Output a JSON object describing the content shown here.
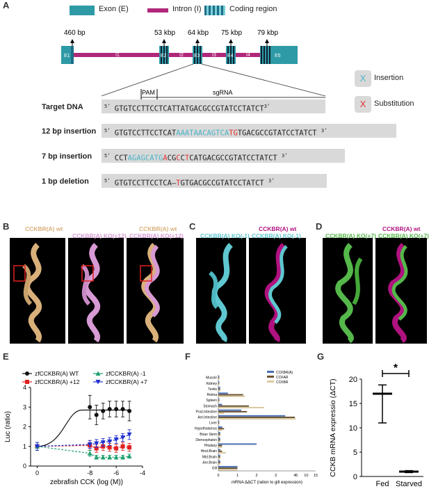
{
  "panelA": {
    "label": "A",
    "legend": [
      {
        "label": "Exon (E)",
        "color": "#2e9aa6"
      },
      {
        "label": "Intron (I)",
        "color": "#b0287a"
      },
      {
        "label": "Coding region",
        "color": "#1f6d88"
      }
    ],
    "exons": [
      "E1",
      "E2",
      "E3",
      "E4",
      "E5"
    ],
    "introns": [
      "I1",
      "I2",
      "I3",
      "I4"
    ],
    "positions": [
      "460 bp",
      "53 kbp",
      "64 kbp",
      "75 kbp",
      "79 kbp"
    ],
    "pam": "PAM",
    "sgrna": "sgRNA",
    "rows": [
      {
        "label": "Target DNA",
        "seq": "GTGTCCTTCCTCATTATGACGCCGTATCCTATCT"
      },
      {
        "label": "12 bp insertion",
        "seq_a": "GTGTCCTTCCTCAT",
        "seq_ins": "AAATAACAGTCA",
        "seq_sub": "TG",
        "seq_b": "TGACGCCGTATCCTATCT"
      },
      {
        "label": "7 bp insertion",
        "seq_a": "CCT",
        "seq_ins": "AGAGCATG",
        "seq_sub1": "A",
        "seq_mid": "CG",
        "seq_sub2": "C",
        "seq_mid2": "C",
        "seq_sub3": "T",
        "seq_b": "CATGACGCCGTATCCTATCT"
      },
      {
        "label": "1 bp deletion",
        "seq_a": "GTGTCCTTCCTCA",
        "seq_del": "–",
        "seq_sub": "T",
        "seq_b": "GTGACGCCGTATCCTATCT"
      }
    ],
    "prime5": "5’",
    "prime3": "3’",
    "mark_insertion": "X",
    "mark_insertion_label": "Insertion",
    "mark_substitution": "X",
    "mark_substitution_label": "Substitution"
  },
  "panelB": {
    "label": "B",
    "titles": [
      {
        "text": "CCKBR(A) wt",
        "color": "#d9b07a"
      },
      {
        "text": "CCKBR(A) KO(+12)",
        "color": "#d79ad4"
      },
      {
        "text": "CCKBR(A) wt",
        "color": "#d9b07a"
      },
      {
        "text": "CCKBR(A) KO(+12)",
        "color": "#d79ad4"
      }
    ]
  },
  "panelC": {
    "label": "C",
    "titles": [
      {
        "text": "CCKBR(A) KO(-1)",
        "color": "#5fc7cf"
      },
      {
        "text": "CCKBR(A) wt",
        "color": "#b0127f"
      },
      {
        "text": "CCKBR(A) KO(-1)",
        "color": "#5fc7cf"
      }
    ]
  },
  "panelD": {
    "label": "D",
    "titles": [
      {
        "text": "CCKBR(A) KO(+7)",
        "color": "#55b84a"
      },
      {
        "text": "CCKBR(A) wt",
        "color": "#b0127f"
      },
      {
        "text": "CCKBR(A) KO(+7)",
        "color": "#55b84a"
      }
    ]
  },
  "panelE": {
    "label": "E",
    "chart_data": {
      "type": "line",
      "xlabel": "zebrafish CCK (log (M))",
      "ylabel": "Luc (ratio)",
      "xlim": [
        -12.5,
        -4
      ],
      "ylim": [
        0,
        4
      ],
      "xticks": [
        "0",
        "-8",
        "-6",
        "-4"
      ],
      "yticks": [
        "0",
        "1",
        "2",
        "3",
        "4"
      ],
      "series": [
        {
          "name": "zfCCKBR(A) WT",
          "color": "#111111",
          "marker": "circle",
          "x": [
            -12,
            -8,
            -7.5,
            -7,
            -6.5,
            -6,
            -5.5,
            -5
          ],
          "y": [
            1.0,
            3.0,
            2.6,
            2.8,
            2.9,
            2.9,
            2.9,
            2.8
          ],
          "err": [
            0.2,
            0.6,
            0.5,
            0.4,
            0.4,
            0.4,
            0.4,
            0.5
          ]
        },
        {
          "name": "zfCCKBR(A) +12",
          "color": "#e02020",
          "marker": "square",
          "x": [
            -12,
            -8,
            -7.5,
            -7,
            -6.5,
            -6,
            -5.5,
            -5
          ],
          "y": [
            1.0,
            1.05,
            0.9,
            1.0,
            0.95,
            0.9,
            1.0,
            0.95
          ],
          "err": [
            0.2,
            0.25,
            0.2,
            0.2,
            0.2,
            0.2,
            0.2,
            0.2
          ]
        },
        {
          "name": "zfCCKBR(A) -1",
          "color": "#20a070",
          "marker": "triangle-up",
          "x": [
            -12,
            -8,
            -7.5,
            -7,
            -6.5,
            -6,
            -5.5,
            -5
          ],
          "y": [
            1.0,
            0.65,
            0.45,
            0.45,
            0.45,
            0.45,
            0.45,
            0.5
          ],
          "err": [
            0.2,
            0.15,
            0.1,
            0.1,
            0.1,
            0.1,
            0.1,
            0.1
          ]
        },
        {
          "name": "zfCCKBR(A) +7",
          "color": "#2030d0",
          "marker": "triangle-down",
          "x": [
            -12,
            -8,
            -7.5,
            -7,
            -6.5,
            -6,
            -5.5,
            -5
          ],
          "y": [
            1.0,
            1.1,
            1.15,
            1.2,
            1.25,
            1.35,
            1.45,
            1.6
          ],
          "err": [
            0.2,
            0.2,
            0.2,
            0.2,
            0.2,
            0.2,
            0.2,
            0.25
          ]
        }
      ]
    }
  },
  "panelF": {
    "label": "F",
    "chart_data": {
      "type": "bar",
      "orientation": "horizontal",
      "xlabel": "mRNA ΔΔCT (ration to gill expression)",
      "xticks": [
        "0",
        "1",
        "2",
        "3",
        "4",
        "5",
        "10",
        "15"
      ],
      "categories": [
        "Muscle",
        "Kidney",
        "Testis",
        "Retina",
        "Spleen",
        "Stomach",
        "Post.Intestine",
        "Ant.Intestine",
        "Liver",
        "Hypothalamus",
        "Brian Stem",
        "Diencephalon",
        "Pituitary",
        "Hind.Brain",
        "Mid.Brain",
        "Anr.Brain",
        "Gill"
      ],
      "series": [
        {
          "name": "CCKBR(A)",
          "color": "#4a6fb5",
          "values": [
            0.05,
            0.05,
            0.1,
            0.5,
            0.05,
            0.2,
            1.2,
            3.5,
            0.05,
            0.2,
            0.1,
            0.1,
            2.0,
            0.1,
            0.1,
            0.1,
            1.0
          ]
        },
        {
          "name": "CCKAR",
          "color": "#6b5232",
          "values": [
            0.05,
            0.05,
            0.1,
            1.3,
            0.05,
            1.6,
            1.5,
            4.0,
            0.05,
            0.3,
            0.1,
            0.1,
            0.2,
            0.2,
            0.1,
            0.1,
            1.0
          ]
        },
        {
          "name": "CCKBR",
          "color": "#d9c9a0",
          "values": [
            0.05,
            0.05,
            0.1,
            1.4,
            0.05,
            2.4,
            0.3,
            4.5,
            0.05,
            0.2,
            0.1,
            0.1,
            0.2,
            0.4,
            0.1,
            0.1,
            1.0
          ]
        }
      ]
    }
  },
  "panelG": {
    "label": "G",
    "chart_data": {
      "type": "box",
      "ylabel": "CCKB mRNA expressio (ΔCT)",
      "categories": [
        "Fed",
        "Starved"
      ],
      "ylim": [
        0,
        20
      ],
      "yticks": [
        "0",
        "5",
        "10",
        "15",
        "20"
      ],
      "groups": [
        {
          "name": "Fed",
          "min": 11,
          "median": 17,
          "max": 18.8
        },
        {
          "name": "Starved",
          "min": 0.8,
          "median": 1.0,
          "max": 1.2
        }
      ],
      "significance": "*"
    }
  }
}
